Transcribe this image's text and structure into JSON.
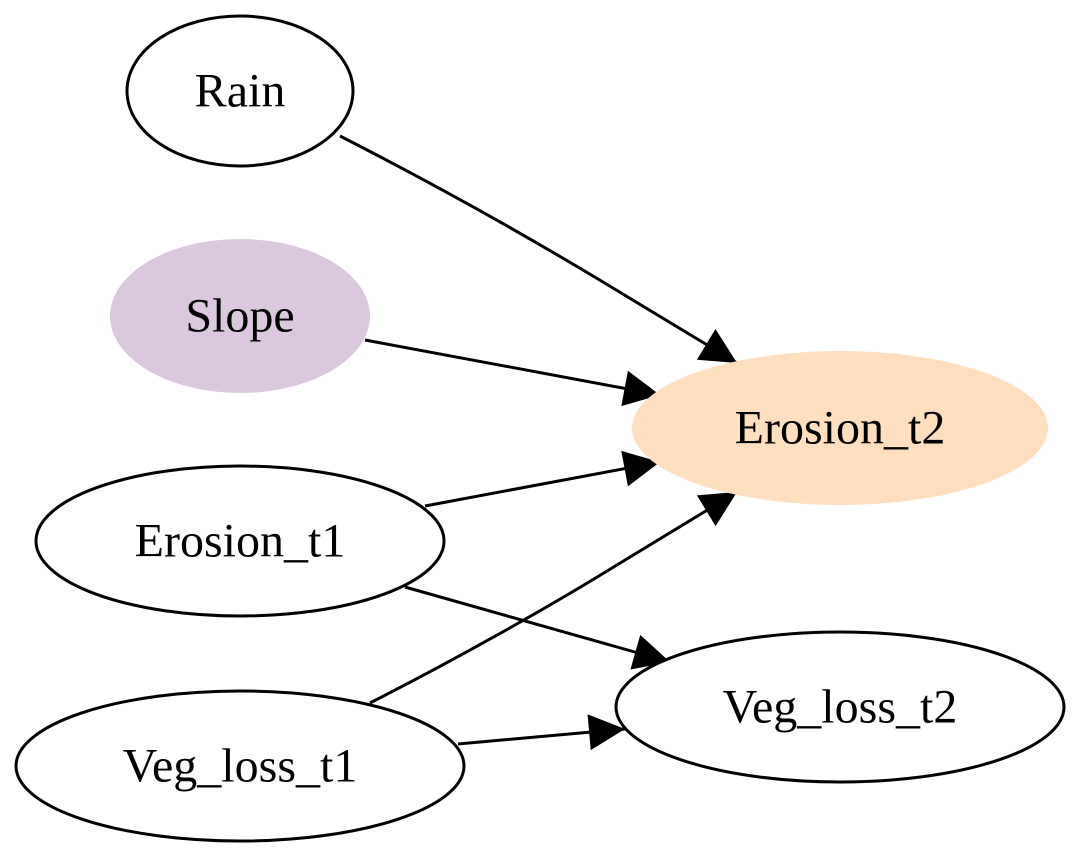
{
  "diagram": {
    "nodes": {
      "rain": {
        "label": "Rain",
        "fill": "#ffffff"
      },
      "slope": {
        "label": "Slope",
        "fill": "#dbc8de"
      },
      "erosion_t1": {
        "label": "Erosion_t1",
        "fill": "#ffffff"
      },
      "veg_loss_t1": {
        "label": "Veg_loss_t1",
        "fill": "#ffffff"
      },
      "erosion_t2": {
        "label": "Erosion_t2",
        "fill": "#ffdfbe"
      },
      "veg_loss_t2": {
        "label": "Veg_loss_t2",
        "fill": "#ffffff"
      }
    },
    "edges": [
      {
        "from": "Rain",
        "to": "Erosion_t2"
      },
      {
        "from": "Slope",
        "to": "Erosion_t2"
      },
      {
        "from": "Erosion_t1",
        "to": "Erosion_t2"
      },
      {
        "from": "Veg_loss_t1",
        "to": "Erosion_t2"
      },
      {
        "from": "Erosion_t1",
        "to": "Veg_loss_t2"
      },
      {
        "from": "Veg_loss_t1",
        "to": "Veg_loss_t2"
      }
    ],
    "colors": {
      "stroke": "#000000",
      "slope_fill": "#dbc8de",
      "erosion_t2_fill": "#ffdfbe"
    }
  }
}
